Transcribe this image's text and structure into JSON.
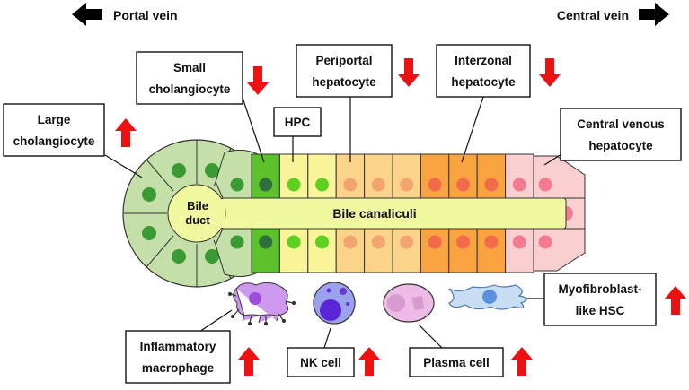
{
  "directions": {
    "left": "Portal vein",
    "right": "Central vein"
  },
  "labels": {
    "large_cholangiocyte": [
      "Large",
      "cholangiocyte"
    ],
    "small_cholangiocyte": [
      "Small",
      "cholangiocyte"
    ],
    "hpc": "HPC",
    "periportal_hepatocyte": [
      "Periportal",
      "hepatocyte"
    ],
    "interzonal_hepatocyte": [
      "Interzonal",
      "hepatocyte"
    ],
    "central_venous_hepatocyte": [
      "Central venous",
      "hepatocyte"
    ],
    "bile_duct": [
      "Bile",
      "duct"
    ],
    "bile_canaliculi": "Bile canaliculi",
    "myofibroblast_hsc": [
      "Myofibroblast-",
      "like HSC"
    ],
    "inflammatory_macrophage": [
      "Inflammatory",
      "macrophage"
    ],
    "nk_cell": "NK cell",
    "plasma_cell": "Plasma cell"
  },
  "trends": {
    "large_cholangiocyte": "up",
    "small_cholangiocyte": "down",
    "periportal_hepatocyte": "down",
    "interzonal_hepatocyte": "down",
    "myofibroblast_hsc": "up",
    "inflammatory_macrophage": "up",
    "nk_cell": "up",
    "plasma_cell": "up"
  },
  "colors": {
    "arrow_red": "#ee1111",
    "direction_arrow": "#000000",
    "cholangiocyte_fill": "#c4e0a8",
    "cholangiocyte_nucleus": "#3a9a34",
    "small_chol_fill": "#5cc12a",
    "small_chol_nucleus": "#2e6e3a",
    "hpc_fill": "#fbf59a",
    "hpc_nucleus": "#5fcf22",
    "periportal_fill": "#fbd48a",
    "periportal_nucleus": "#f2a470",
    "interzonal_fill": "#f9a441",
    "interzonal_nucleus": "#f26a4a",
    "central_fill": "#f9cfcf",
    "central_nucleus": "#f27b90",
    "canaliculi": "#f0f8a0",
    "macrophage": "#cc99ee",
    "nk_cell": "#9aa2ee",
    "plasma_cell": "#eebbe6",
    "hsc": "#c9def5"
  }
}
